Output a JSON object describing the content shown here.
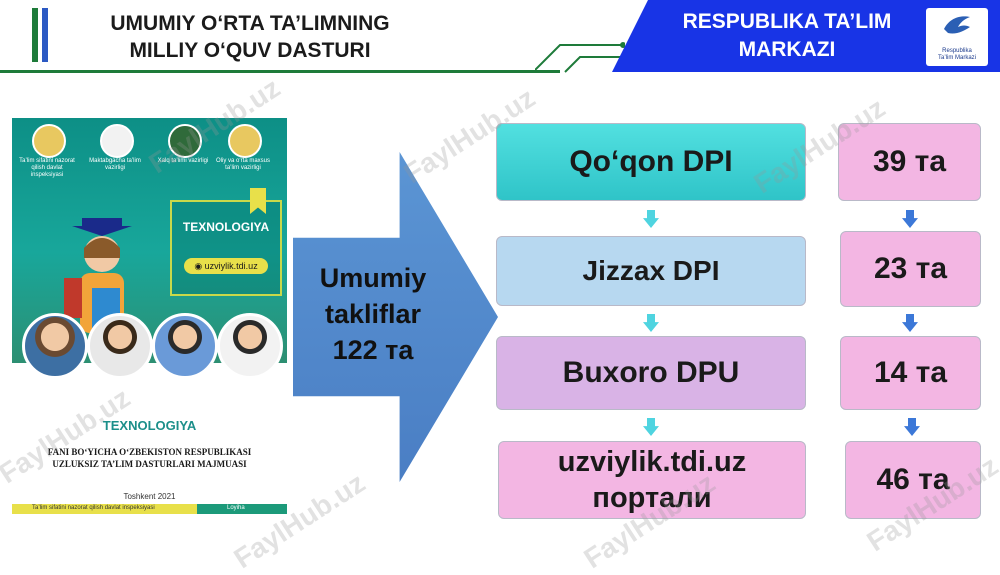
{
  "header": {
    "title_line1": "UMUMIY O‘RTA TA’LIMNING",
    "title_line2": "MILLIY O‘QUV DASTURI",
    "banner_line1": "RESPUBLIKA TA’LIM",
    "banner_line2": "MARKAZI",
    "logo_line1": "Respublika",
    "logo_line2": "Ta’lim Markazi"
  },
  "book": {
    "emblem_labels": [
      "Ta’lim sifatini nazorat qilish davlat inspeksiyasi",
      "Maktabgacha ta’lim vazirligi",
      "Xalq ta’limi vazirligi",
      "Oliy va o‘rta maxsus ta’lim vazirligi"
    ],
    "cover_title": "TEXNOLOGIYA",
    "cover_url": "uzviylik.tdi.uz",
    "subject": "TEXNOLOGIYA",
    "desc_line1": "FANI BO‘YICHA O‘ZBEKISTON RESPUBLIKASI",
    "desc_line2": "UZLUKSIZ TA’LIM DASTURLARI MAJMUASI",
    "year": "Toshkent 2021",
    "strip_left": "Ta’lim sifatini nazorat qilish davlat inspeksiyasi",
    "strip_right": "Loyiha"
  },
  "arrow": {
    "line1": "Umumiy",
    "line2": "takliflar",
    "line3": "122 та"
  },
  "institutions": [
    {
      "name": "Qo‘qon DPI",
      "count": "39 та"
    },
    {
      "name": "Jizzax DPI",
      "count": "23 та"
    },
    {
      "name": "Buxoro DPU",
      "count": "14 та"
    },
    {
      "name_line1": "uzviylik.tdi.uz",
      "name_line2": "портали",
      "count": "46 та"
    }
  ],
  "watermark": "FaylHub.uz",
  "colors": {
    "banner": "#1834e6",
    "teal_box": "#3cd3d3",
    "light_blue_box": "#b7d8f0",
    "purple_box": "#d9b3e6",
    "pink_box": "#f3b6e3",
    "arrow_blue": "#4f86c9"
  }
}
